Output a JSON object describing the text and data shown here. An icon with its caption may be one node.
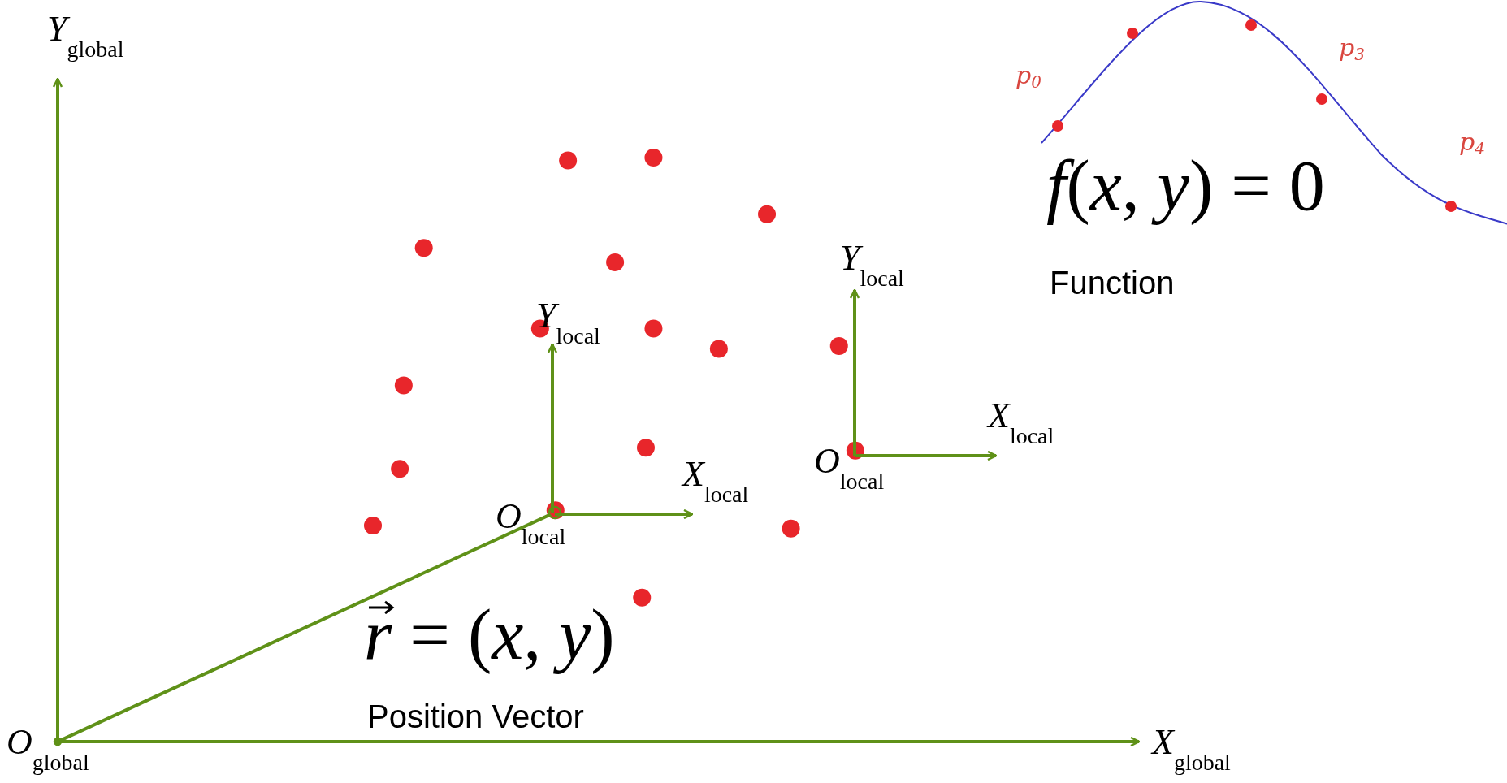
{
  "diagram": {
    "nodes": [
      {
        "text": [],
        "shape": "circle"
      },
      {
        "text": [],
        "shape": "circle"
      }
    ],
    "edges": [
      {
        "from": 0,
        "to": 1,
        "arrow": "none"
      }
    ],
    "labels": [
      "*Y*$_{global}$",
      "p$_{0}$",
      "p$_{3}$",
      "p$_{4}$",
      "*f*(*x*, *y*) = 0",
      "Function",
      "*Y*$_{local}$",
      "*Y*$_{local}$",
      "*X*$_{local}$",
      "*O*$_{local}$",
      "*X*$_{local}$",
      "*O*$_{local}$",
      "*r* = (*x*, *y*)",
      "Position Vector",
      "*O*$_{global}$",
      "*X*$_{global}$"
    ]
  }
}
